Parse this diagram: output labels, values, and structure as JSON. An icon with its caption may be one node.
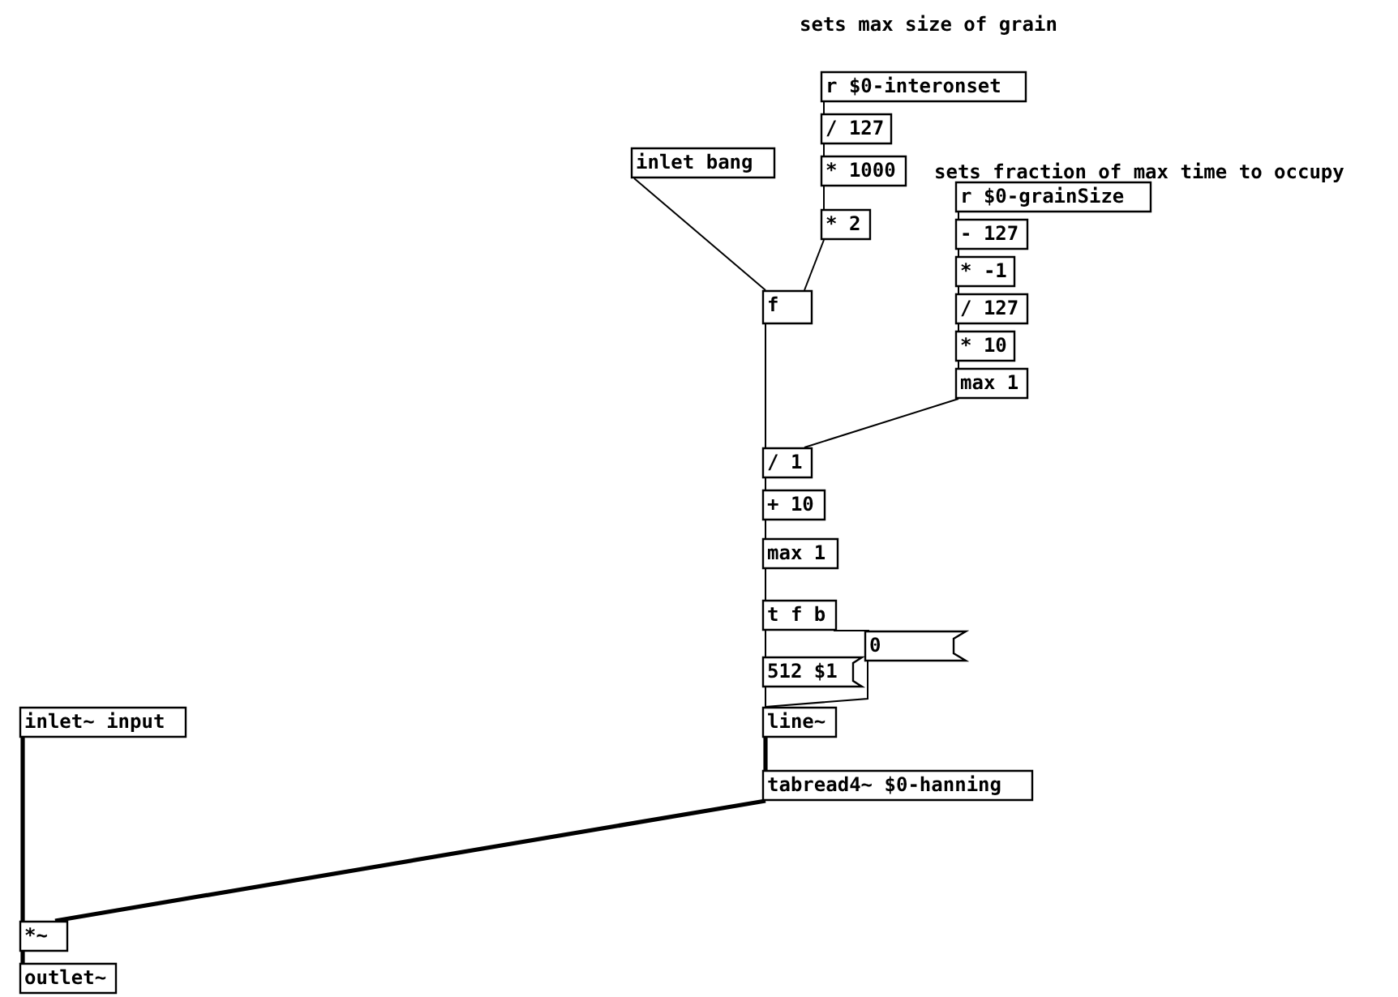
{
  "diagram": {
    "nodes": [
      {
        "text": [
          "r $0-interonset"
        ]
      },
      {
        "text": [
          "/ 127"
        ]
      },
      {
        "text": [
          "* 1000"
        ]
      },
      {
        "text": [
          "* 2"
        ]
      },
      {
        "text": [
          "inlet bang"
        ]
      },
      {
        "text": [
          "f"
        ]
      },
      {
        "text": [
          "r $0-grainSize"
        ]
      },
      {
        "text": [
          "- 127"
        ]
      },
      {
        "text": [
          "* -1"
        ]
      },
      {
        "text": [
          "/ 127"
        ]
      },
      {
        "text": [
          "* 10"
        ]
      },
      {
        "text": [
          "max 1"
        ]
      },
      {
        "text": [
          "/ 1"
        ]
      },
      {
        "text": [
          "+ 10"
        ]
      },
      {
        "text": [
          "max 1"
        ]
      },
      {
        "text": [
          "t f b"
        ]
      },
      {
        "text": [
          "0"
        ]
      },
      {
        "text": [
          "512 $1"
        ]
      },
      {
        "text": [
          "line~"
        ]
      },
      {
        "text": [
          "tabread4~ $0-hanning"
        ]
      },
      {
        "text": [
          "inlet~ input"
        ]
      },
      {
        "text": [
          "*~"
        ]
      },
      {
        "text": [
          "outlet~"
        ]
      }
    ],
    "edges": [
      {
        "from": 0,
        "to": 1,
        "arrow": "none"
      },
      {
        "from": 1,
        "to": 2,
        "arrow": "none"
      },
      {
        "from": 2,
        "to": 3,
        "arrow": "none"
      },
      {
        "from": 4,
        "to": 5,
        "arrow": "none"
      },
      {
        "from": 3,
        "to": 5,
        "arrow": "none"
      },
      {
        "from": 5,
        "to": 12,
        "arrow": "none"
      },
      {
        "from": 6,
        "to": 7,
        "arrow": "none"
      },
      {
        "from": 7,
        "to": 8,
        "arrow": "none"
      },
      {
        "from": 8,
        "to": 9,
        "arrow": "none"
      },
      {
        "from": 9,
        "to": 10,
        "arrow": "none"
      },
      {
        "from": 10,
        "to": 11,
        "arrow": "none"
      },
      {
        "from": 11,
        "to": 12,
        "arrow": "none"
      },
      {
        "from": 12,
        "to": 13,
        "arrow": "none"
      },
      {
        "from": 13,
        "to": 14,
        "arrow": "none"
      },
      {
        "from": 14,
        "to": 15,
        "arrow": "none"
      },
      {
        "from": 15,
        "to": 17,
        "arrow": "none"
      },
      {
        "from": 15,
        "to": 16,
        "arrow": "none"
      },
      {
        "from": 16,
        "to": 18,
        "arrow": "none"
      },
      {
        "from": 17,
        "to": 18,
        "arrow": "none"
      },
      {
        "from": 18,
        "to": 19,
        "arrow": "none",
        "style": "thick"
      },
      {
        "from": 19,
        "to": 21,
        "arrow": "none",
        "style": "thick"
      },
      {
        "from": 20,
        "to": 21,
        "arrow": "none",
        "style": "thick"
      },
      {
        "from": 21,
        "to": 22,
        "arrow": "none",
        "style": "thick"
      }
    ],
    "labels": [
      "sets max size of grain",
      "sets fraction of max time to occupy"
    ]
  }
}
